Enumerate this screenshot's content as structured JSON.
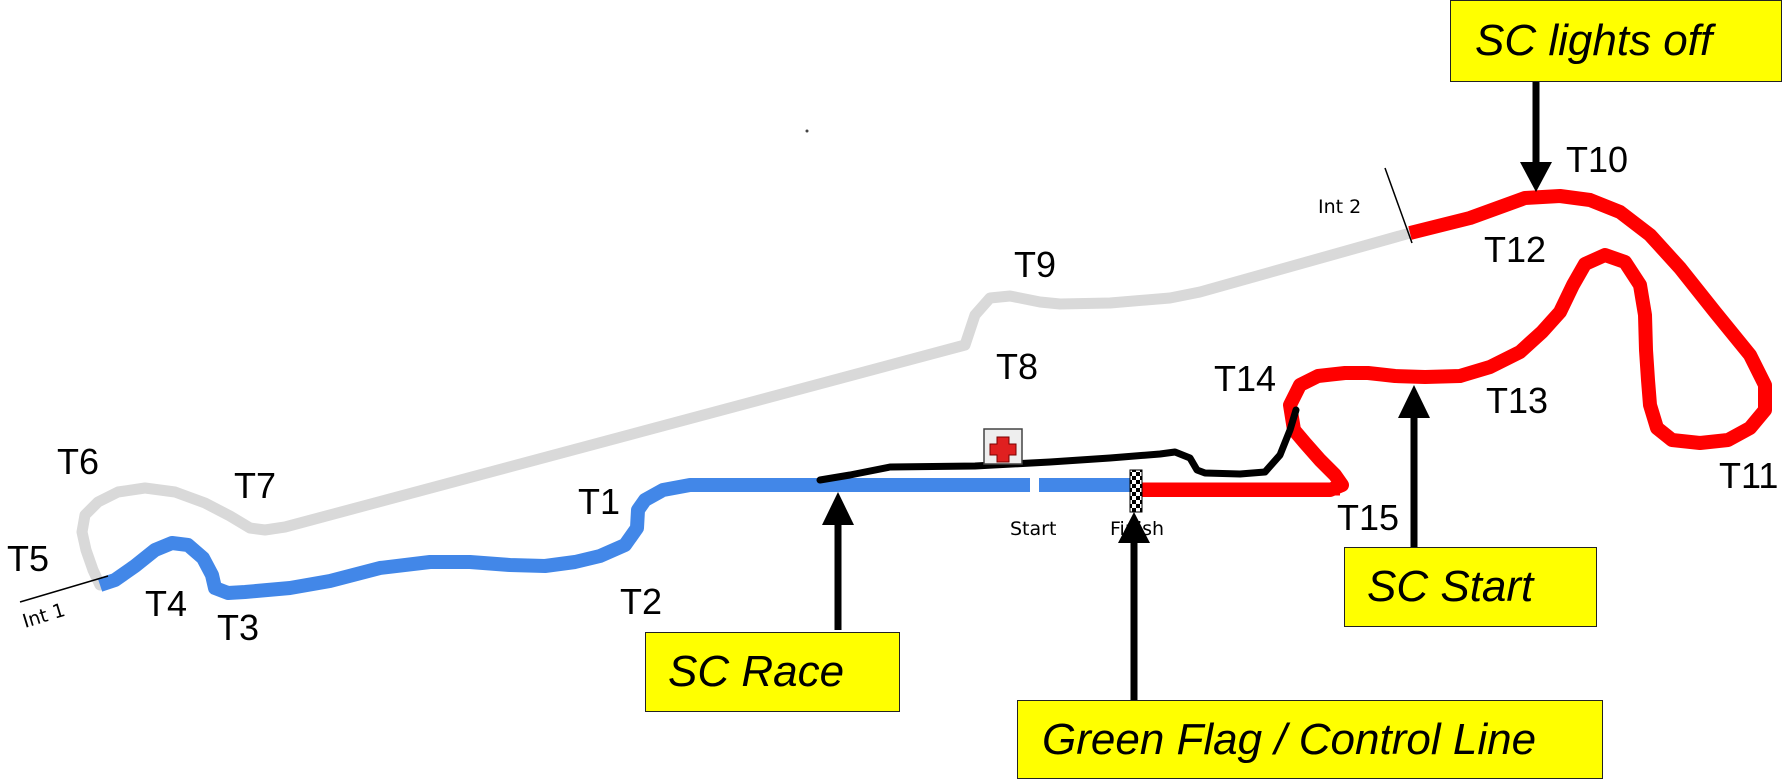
{
  "turns": {
    "t1": "T1",
    "t2": "T2",
    "t3": "T3",
    "t4": "T4",
    "t5": "T5",
    "t6": "T6",
    "t7": "T7",
    "t8": "T8",
    "t9": "T9",
    "t10": "T10",
    "t11": "T11",
    "t12": "T12",
    "t13": "T13",
    "t14": "T14",
    "t15": "T15"
  },
  "markers": {
    "int1": "Int 1",
    "int2": "Int 2",
    "start": "Start",
    "finish": "Finish"
  },
  "callouts": {
    "sc_lights_off": "SC lights off",
    "sc_start": "SC Start",
    "sc_race": "SC Race",
    "green_flag": "Green Flag / Control Line"
  },
  "colors": {
    "sector_1": "#4287e8",
    "sector_2": "#d9d9d9",
    "sector_3": "#ff0000",
    "pit_lane": "#000000",
    "callout_bg": "#ffff00",
    "medical_cross": "#e02020"
  },
  "icons": {
    "medical": "medical-cross-icon",
    "checkered_line": "checkered-finish-line-icon",
    "arrows": "arrow-icon"
  }
}
